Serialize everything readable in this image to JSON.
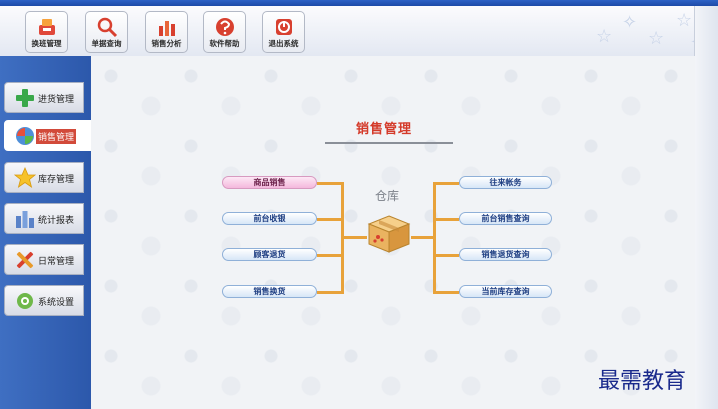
{
  "toolbar": {
    "buttons": [
      {
        "label": "换班管理",
        "icon": "cashier-icon"
      },
      {
        "label": "单据查询",
        "icon": "magnifier-icon"
      },
      {
        "label": "销售分析",
        "icon": "bar-chart-icon"
      },
      {
        "label": "软件帮助",
        "icon": "help-icon"
      },
      {
        "label": "退出系统",
        "icon": "exit-icon"
      }
    ]
  },
  "sidebar": {
    "items": [
      {
        "label": "进货管理",
        "icon": "plus-icon",
        "active": false
      },
      {
        "label": "销售管理",
        "icon": "globe-icon",
        "active": true
      },
      {
        "label": "库存管理",
        "icon": "star-icon",
        "active": false
      },
      {
        "label": "统计报表",
        "icon": "report-icon",
        "active": false
      },
      {
        "label": "日常管理",
        "icon": "tools-icon",
        "active": false
      },
      {
        "label": "系统设置",
        "icon": "gear-icon",
        "active": false
      }
    ]
  },
  "main": {
    "title": "销售管理",
    "center_label": "仓库",
    "left_buttons": [
      "商品销售",
      "前台收银",
      "顾客退货",
      "销售换货"
    ],
    "right_buttons": [
      "往来帐务",
      "前台销售查询",
      "销售退货查询",
      "当前库存查询"
    ]
  },
  "watermark": "最需教育",
  "colors": {
    "sidebar_bg": "#2c58ab",
    "title_red": "#d43a2a",
    "connector_orange": "#e8a23a",
    "pill_text": "#1e3e82",
    "highlight_pink": "#f4b8dc"
  }
}
